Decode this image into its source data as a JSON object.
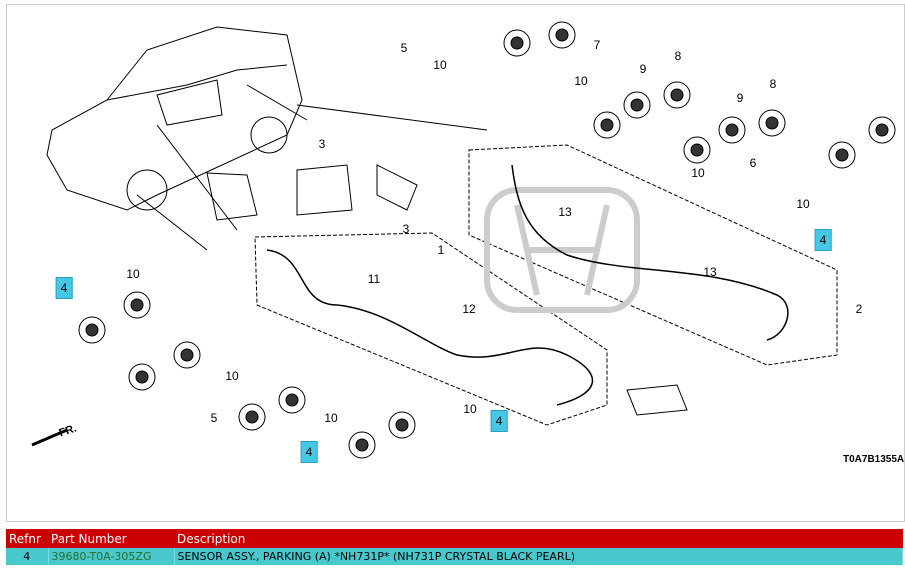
{
  "diagram": {
    "callouts": [
      "5",
      "10",
      "7",
      "8",
      "10",
      "9",
      "9",
      "8",
      "3",
      "3",
      "10",
      "6",
      "13",
      "10",
      "4",
      "1",
      "11",
      "13",
      "12",
      "2",
      "10",
      "4",
      "10",
      "5",
      "10",
      "10",
      "4",
      "4"
    ],
    "highlight_color": "#45c8e6",
    "code": "T0A7B1355A",
    "front_label": "FR."
  },
  "table": {
    "headers": {
      "refnr": "Refnr",
      "part_number": "Part Number",
      "description": "Description"
    },
    "rows": [
      {
        "refnr": "4",
        "part_number": "39680-T0A-305ZG",
        "description": "SENSOR ASSY., PARKING (A) *NH731P* (NH731P CRYSTAL BLACK PEARL)"
      }
    ],
    "header_color": "#cc0000",
    "row_color": "#46c8cc"
  }
}
